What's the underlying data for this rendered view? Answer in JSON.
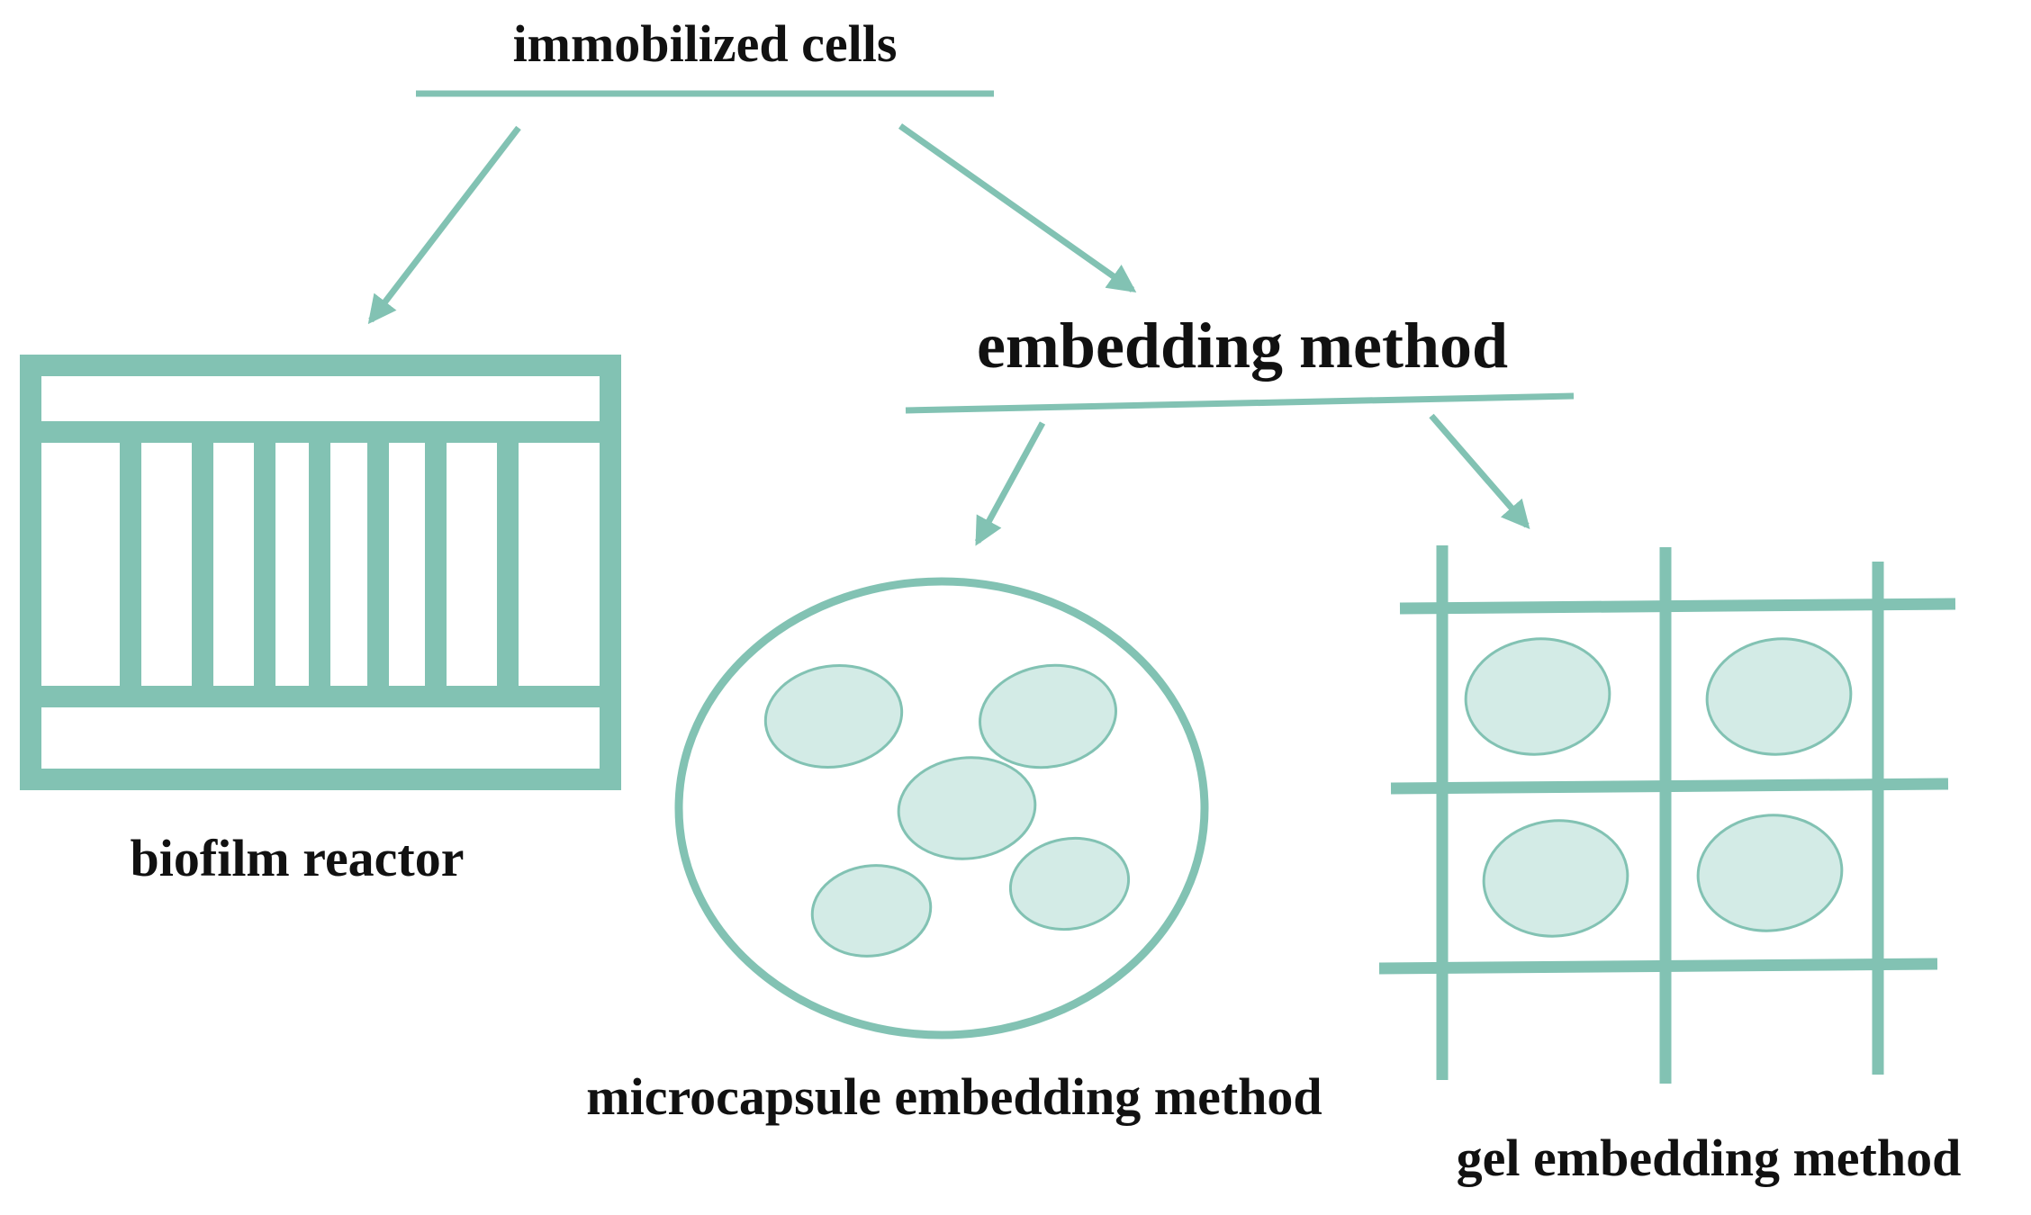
{
  "colors": {
    "accent": "#82c2b3",
    "cell_fill": "#d3ebe6",
    "text": "#111111",
    "background": "#ffffff"
  },
  "labels": {
    "root": "immobilized cells",
    "embedding": "embedding method",
    "biofilm": "biofilm reactor",
    "microcapsule": "microcapsule embedding method",
    "gel": "gel embedding method"
  },
  "nodes": {
    "root": {
      "children": [
        "biofilm",
        "embedding"
      ]
    },
    "embedding": {
      "children": [
        "microcapsule",
        "gel"
      ]
    }
  },
  "icons": {
    "biofilm": "biofilm-reactor-icon",
    "microcapsule": "microcapsule-icon",
    "gel": "gel-grid-icon"
  }
}
